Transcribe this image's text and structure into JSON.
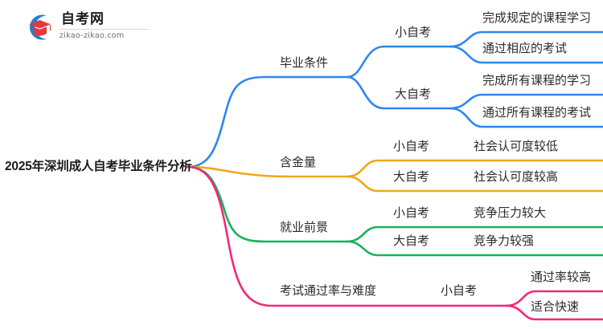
{
  "logo": {
    "name_cn": "自考网",
    "url": "zikao-zikao.com",
    "mark_icon": "graduation-cap-circle-icon",
    "circle_color": "#1b7fd4",
    "cap_color": "#e03a3e"
  },
  "mindmap": {
    "root": {
      "label": "2025年深圳成人自考毕业条件分析"
    },
    "branches": [
      {
        "label": "毕业条件",
        "color": "#2f87ee",
        "children": [
          {
            "label": "小自考",
            "leaves": [
              {
                "label": "完成规定的课程学习"
              },
              {
                "label": "通过相应的考试"
              }
            ]
          },
          {
            "label": "大自考",
            "leaves": [
              {
                "label": "完成所有课程的学习"
              },
              {
                "label": "通过所有课程的考试"
              }
            ]
          }
        ]
      },
      {
        "label": "含金量",
        "color": "#f0a818",
        "children": [
          {
            "label": "小自考",
            "leaves": [
              {
                "label": "社会认可度较低"
              }
            ]
          },
          {
            "label": "大自考",
            "leaves": [
              {
                "label": "社会认可度较高"
              }
            ]
          }
        ]
      },
      {
        "label": "就业前景",
        "color": "#16b35c",
        "children": [
          {
            "label": "小自考",
            "leaves": [
              {
                "label": "竞争压力较大"
              }
            ]
          },
          {
            "label": "大自考",
            "leaves": [
              {
                "label": "竞争力较强"
              }
            ]
          }
        ]
      },
      {
        "label": "考试通过率与难度",
        "color": "#f0297a",
        "children": [
          {
            "label": "小自考",
            "leaves": [
              {
                "label": "通过率较高"
              },
              {
                "label": "适合快速"
              }
            ]
          }
        ]
      }
    ]
  }
}
